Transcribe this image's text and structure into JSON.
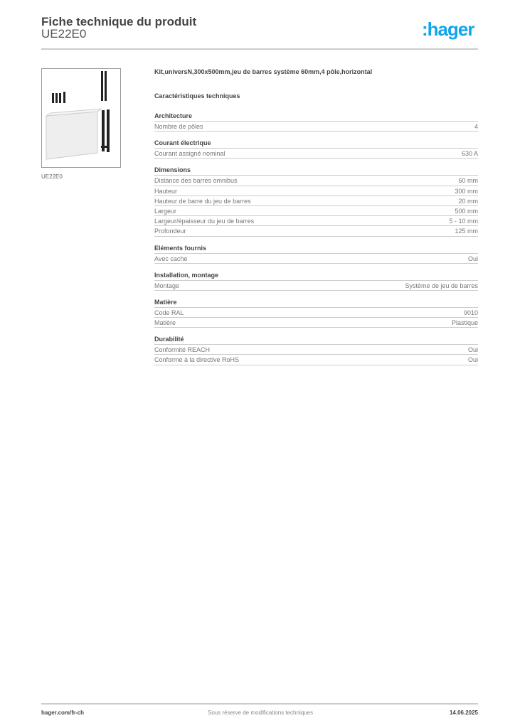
{
  "header": {
    "title": "Fiche technique du produit",
    "code": "UE22E0",
    "logo": ":hager",
    "brand_color": "#0ea5e9"
  },
  "product": {
    "image_caption": "UE22E0",
    "description": "Kit,universN,300x500mm,jeu de barres système 60mm,4 pôle,horizontal"
  },
  "specs": {
    "title": "Caractéristiques techniques",
    "sections": [
      {
        "heading": "Architecture",
        "rows": [
          {
            "label": "Nombre de pôles",
            "value": "4"
          }
        ]
      },
      {
        "heading": "Courant électrique",
        "rows": [
          {
            "label": "Courant assigné nominal",
            "value": "630 A"
          }
        ]
      },
      {
        "heading": "Dimensions",
        "rows": [
          {
            "label": "Distance des barres omnibus",
            "value": "60 mm"
          },
          {
            "label": "Hauteur",
            "value": "300 mm"
          },
          {
            "label": "Hauteur de barre du jeu de barres",
            "value": "20 mm"
          },
          {
            "label": "Largeur",
            "value": "500 mm"
          },
          {
            "label": "Largeur/épaisseur du jeu de barres",
            "value": "5 - 10 mm"
          },
          {
            "label": "Profondeur",
            "value": "125 mm"
          }
        ]
      },
      {
        "heading": "Eléments fournis",
        "rows": [
          {
            "label": "Avec cache",
            "value": "Oui"
          }
        ]
      },
      {
        "heading": "Installation, montage",
        "rows": [
          {
            "label": "Montage",
            "value": "Système de jeu de barres"
          }
        ]
      },
      {
        "heading": "Matière",
        "rows": [
          {
            "label": "Code RAL",
            "value": "9010"
          },
          {
            "label": "Matière",
            "value": "Plastique"
          }
        ]
      },
      {
        "heading": "Durabilité",
        "rows": [
          {
            "label": "Conformité REACH",
            "value": "Oui"
          },
          {
            "label": "Conforme à la directive RoHS",
            "value": "Oui"
          }
        ]
      }
    ]
  },
  "footer": {
    "website": "hager.com/fr-ch",
    "notice": "Sous réserve de modifications techniques",
    "date": "14.06.2025"
  }
}
